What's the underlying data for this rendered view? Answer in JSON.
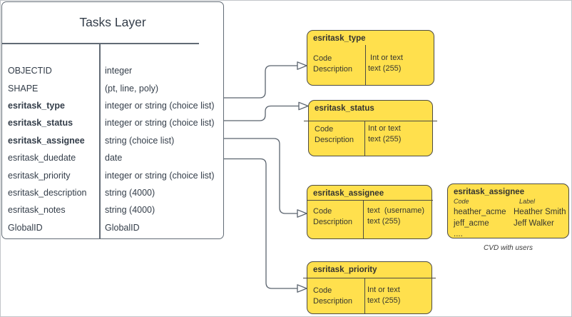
{
  "diagram": {
    "main_table": {
      "title": "Tasks Layer",
      "rows": [
        {
          "name": "OBJECTID",
          "type": "integer"
        },
        {
          "name": "SHAPE",
          "type": "(pt, line, poly)"
        },
        {
          "name": "esritask_type",
          "type": "integer or string (choice list)"
        },
        {
          "name": "esritask_status",
          "type": "integer or string (choice list)"
        },
        {
          "name": "esritask_assignee",
          "type": "string (choice list)"
        },
        {
          "name": "esritask_duedate",
          "type": "date"
        },
        {
          "name": "esritask_priority",
          "type": "integer or string (choice list)"
        },
        {
          "name": "esritask_description",
          "type": "string (4000)"
        },
        {
          "name": "esritask_notes",
          "type": "string (4000)"
        },
        {
          "name": "GlobalID",
          "type": "GlobalID"
        }
      ]
    },
    "domain_boxes": [
      {
        "title": "esritask_type",
        "left_lines": [
          "Code",
          "Description"
        ],
        "right_lines": [
          " Int or text",
          "text (255)"
        ]
      },
      {
        "title": "esritask_status",
        "left_lines": [
          "Code",
          "Description"
        ],
        "right_lines": [
          "Int or text",
          "text (255)"
        ]
      },
      {
        "title": "esritask_assignee",
        "left_lines": [
          "Code",
          "Description"
        ],
        "right_lines": [
          "text  (username)",
          "text (255)"
        ]
      },
      {
        "title": "esritask_priority",
        "left_lines": [
          "Code",
          "Description"
        ],
        "right_lines": [
          "Int or text",
          "text (255)"
        ]
      }
    ],
    "cvd_box": {
      "title": "esritask_assignee",
      "col_headers": [
        "Code",
        "Label"
      ],
      "rows": [
        {
          "code": "heather_acme",
          "label": "Heather Smith"
        },
        {
          "code": "jeff_acme",
          "label": "Jeff Walker"
        },
        {
          "code": "....",
          "label": ""
        }
      ],
      "caption": "CVD with users"
    },
    "colors": {
      "box_fill": "#FFE04D",
      "box_border": "#4D4B42",
      "table_border": "#626B75",
      "connector": "#5A636E",
      "text": "#333D49"
    }
  }
}
